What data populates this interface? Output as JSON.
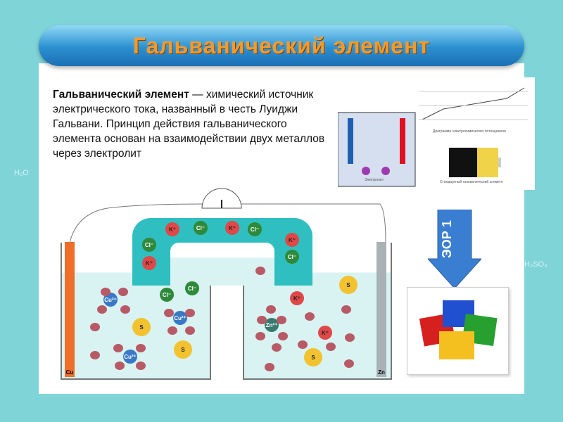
{
  "title": "Гальванический элемент",
  "intro": {
    "term": "Гальванический элемент",
    "text": " — химический источник электрического тока, названный в честь Луиджи Гальвани. Принцип действия гальванического элемента основан на взаимодействии двух металлов через электролит"
  },
  "electrodes": {
    "left": "Cu",
    "right": "Zn"
  },
  "ions": {
    "k": "K⁺",
    "cl": "Cl⁻",
    "s": "S",
    "cu": "Cu²⁺",
    "zn": "Zn²⁺"
  },
  "ref_images": {
    "diagram_caption": "Электролит",
    "chart_caption": "Диаграмма электрохимических потенциалов",
    "battery_caption": "Стандартный гальванический элемент"
  },
  "eor_label": "ЭОР 1",
  "colors": {
    "background": "#7fd4d8",
    "title": "#f39a2c",
    "banner": "#2a8fd0",
    "bridge": "#2fbfc0"
  }
}
